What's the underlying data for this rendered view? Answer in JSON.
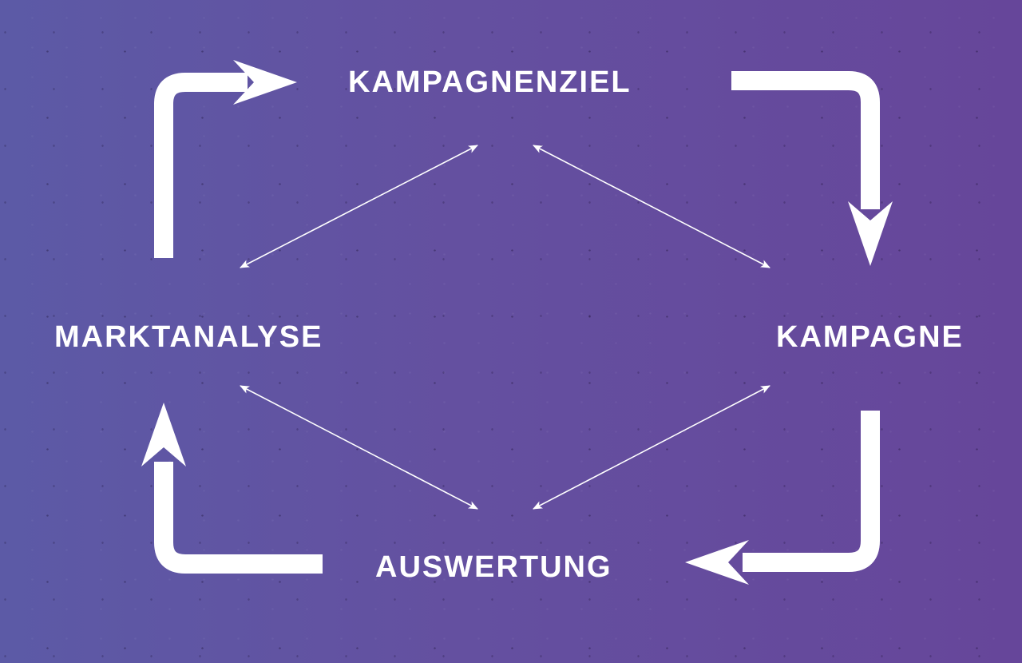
{
  "diagram": {
    "nodes": [
      {
        "id": "kampagnenziel",
        "label": "KAMPAGNENZIEL"
      },
      {
        "id": "kampagne",
        "label": "KAMPAGNE"
      },
      {
        "id": "auswertung",
        "label": "AUSWERTUNG"
      },
      {
        "id": "marktanalyse",
        "label": "MARKTANALYSE"
      }
    ],
    "cycle": [
      {
        "from": "marktanalyse",
        "to": "kampagnenziel"
      },
      {
        "from": "kampagnenziel",
        "to": "kampagne"
      },
      {
        "from": "kampagne",
        "to": "auswertung"
      },
      {
        "from": "auswertung",
        "to": "marktanalyse"
      }
    ],
    "links": [
      {
        "a": "kampagnenziel",
        "b": "marktanalyse",
        "bidirectional": true
      },
      {
        "a": "kampagnenziel",
        "b": "kampagne",
        "bidirectional": true
      },
      {
        "a": "marktanalyse",
        "b": "auswertung",
        "bidirectional": true
      },
      {
        "a": "kampagne",
        "b": "auswertung",
        "bidirectional": true
      }
    ]
  },
  "colors": {
    "background_left": "#5c5aa6",
    "background_right": "#66469a",
    "foreground": "#ffffff"
  }
}
